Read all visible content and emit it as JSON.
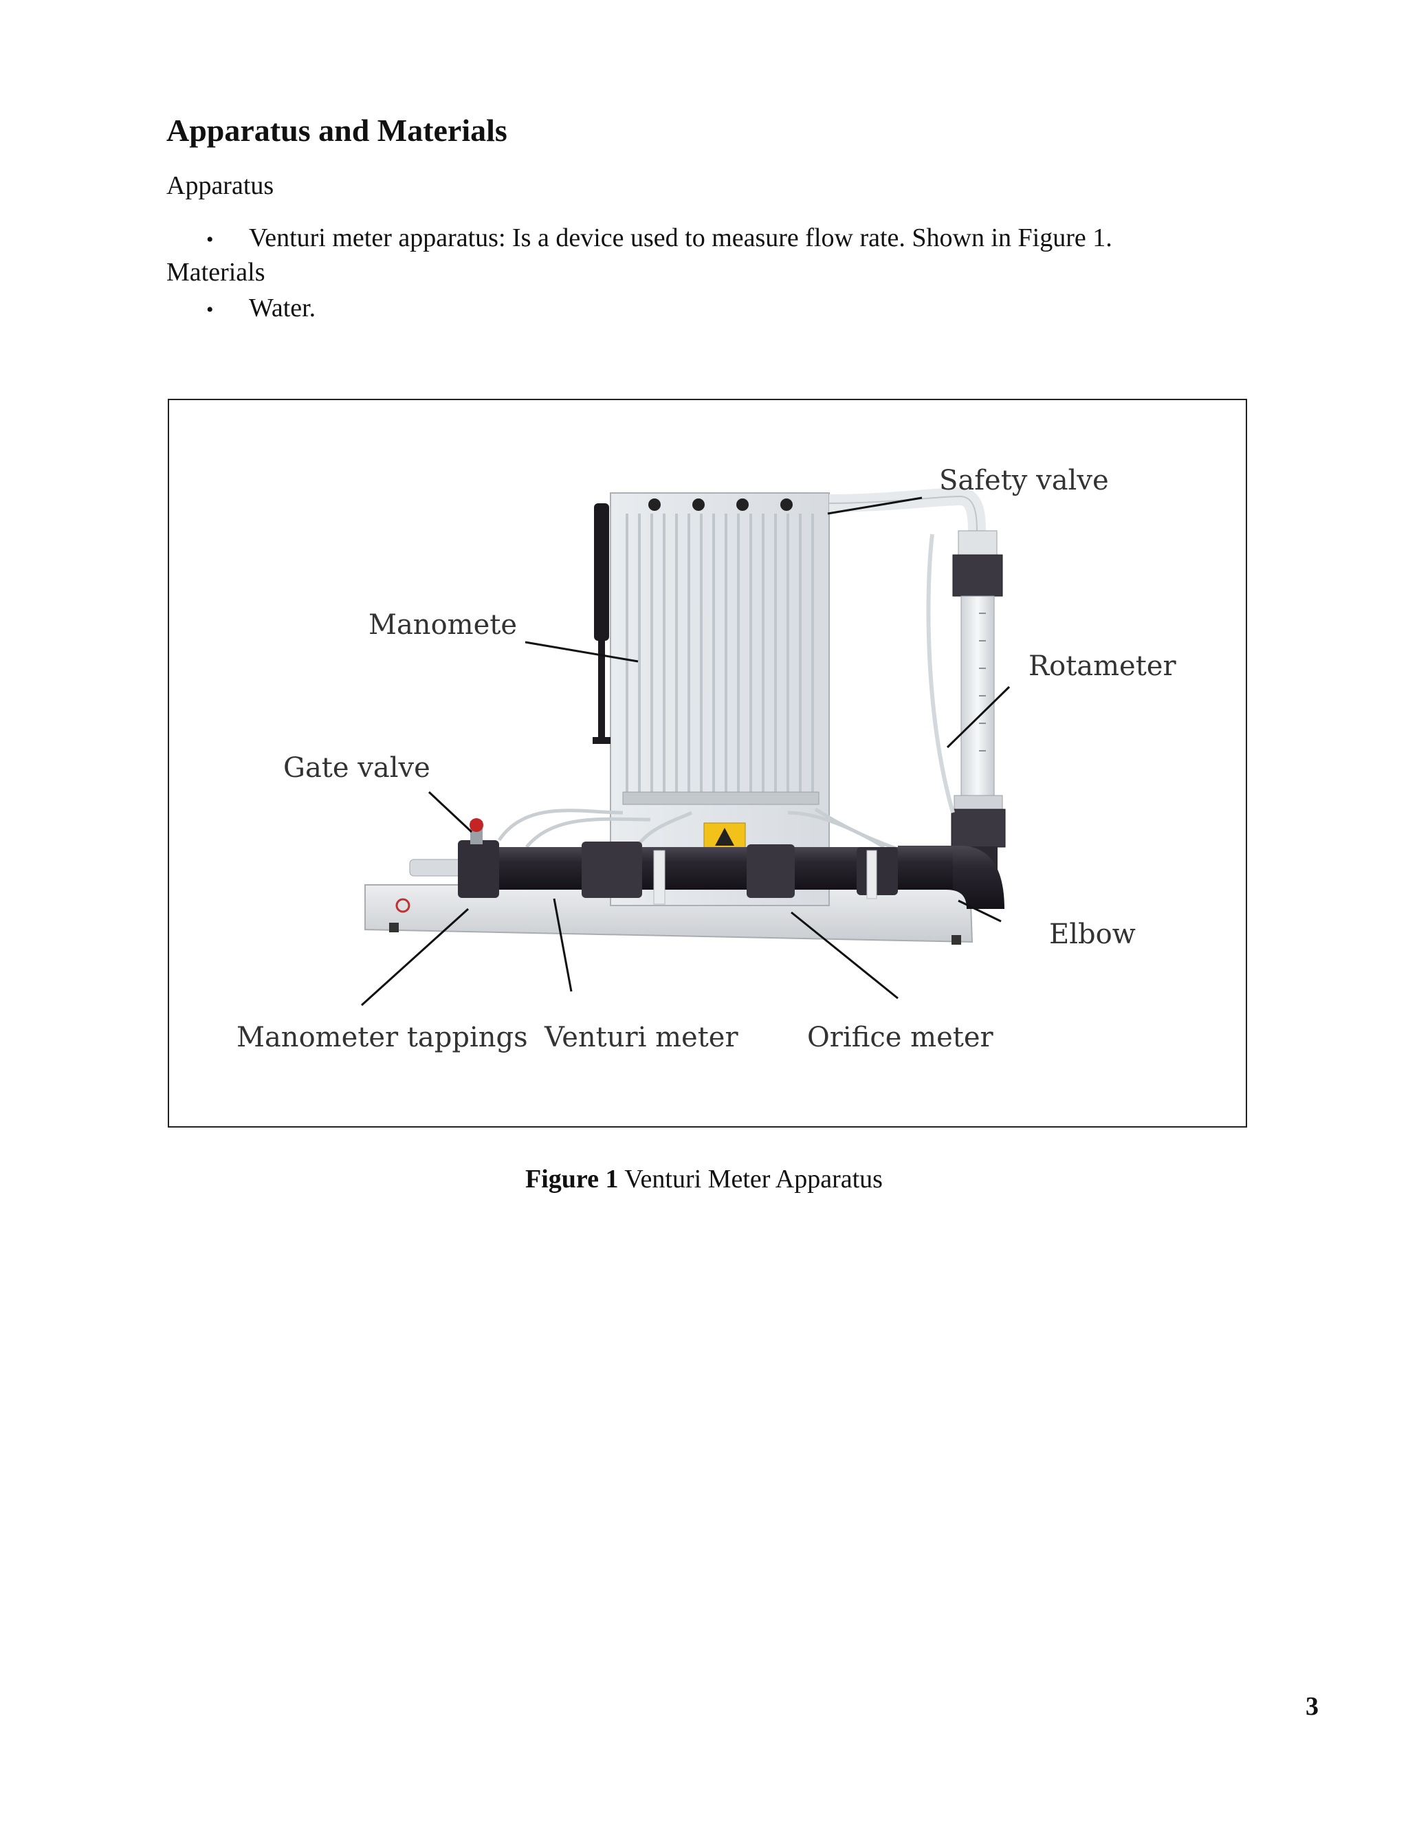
{
  "document": {
    "heading": "Apparatus and Materials",
    "apparatus_label": "Apparatus",
    "apparatus_items": [
      "Venturi meter apparatus: Is a device used to measure flow rate. Shown in Figure 1."
    ],
    "materials_label": "Materials",
    "materials_items": [
      "Water."
    ],
    "bullet_symbol": "•"
  },
  "figure": {
    "labels": {
      "safety_valve": "Safety valve",
      "manometer": "Manomete",
      "rotameter": "Rotameter",
      "gate_valve": "Gate valve",
      "elbow": "Elbow",
      "manometer_tappings": "Manometer tappings",
      "venturi_meter": "Venturi meter",
      "orifice_meter": "Orifice meter"
    },
    "caption_prefix": "Figure 1",
    "caption_text": "Venturi Meter Apparatus"
  },
  "page_number": "3"
}
